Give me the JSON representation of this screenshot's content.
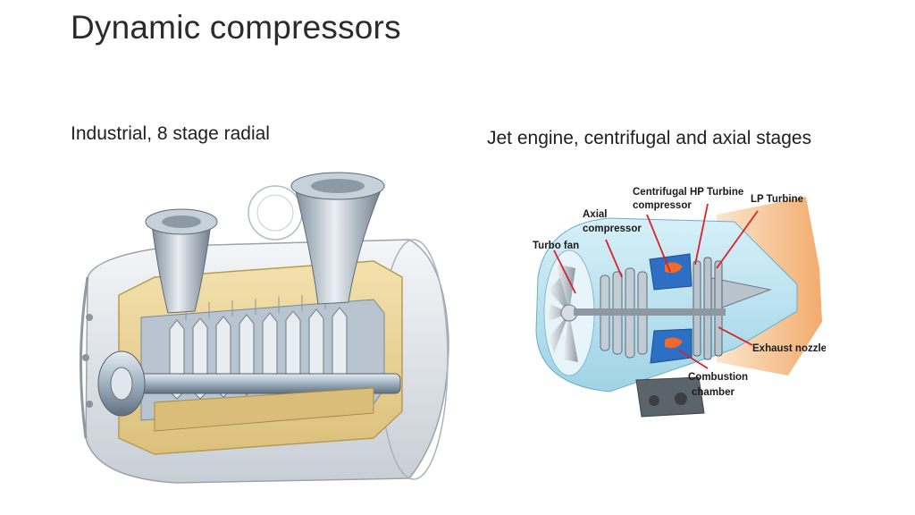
{
  "slide": {
    "title": "Dynamic compressors",
    "left_caption": "Industrial, 8 stage radial",
    "right_caption": "Jet engine, centrifugal and axial stages"
  },
  "jet_labels": {
    "centrifugal_1": "Centrifugal",
    "centrifugal_2": "compressor",
    "hp_turbine": "HP Turbine",
    "lp_turbine": "LP Turbine",
    "axial_1": "Axial",
    "axial_2": "compressor",
    "turbo_fan": "Turbo fan",
    "exhaust_nozzle": "Exhaust nozzle",
    "combustion_1": "Combustion",
    "combustion_2": "chamber"
  },
  "colors": {
    "casing": "#e9d49a",
    "steel": "#a9b7c4",
    "engine_blue": "#bfe6f2",
    "exhaust": "#f4b070",
    "arrow": "#d8232a"
  }
}
